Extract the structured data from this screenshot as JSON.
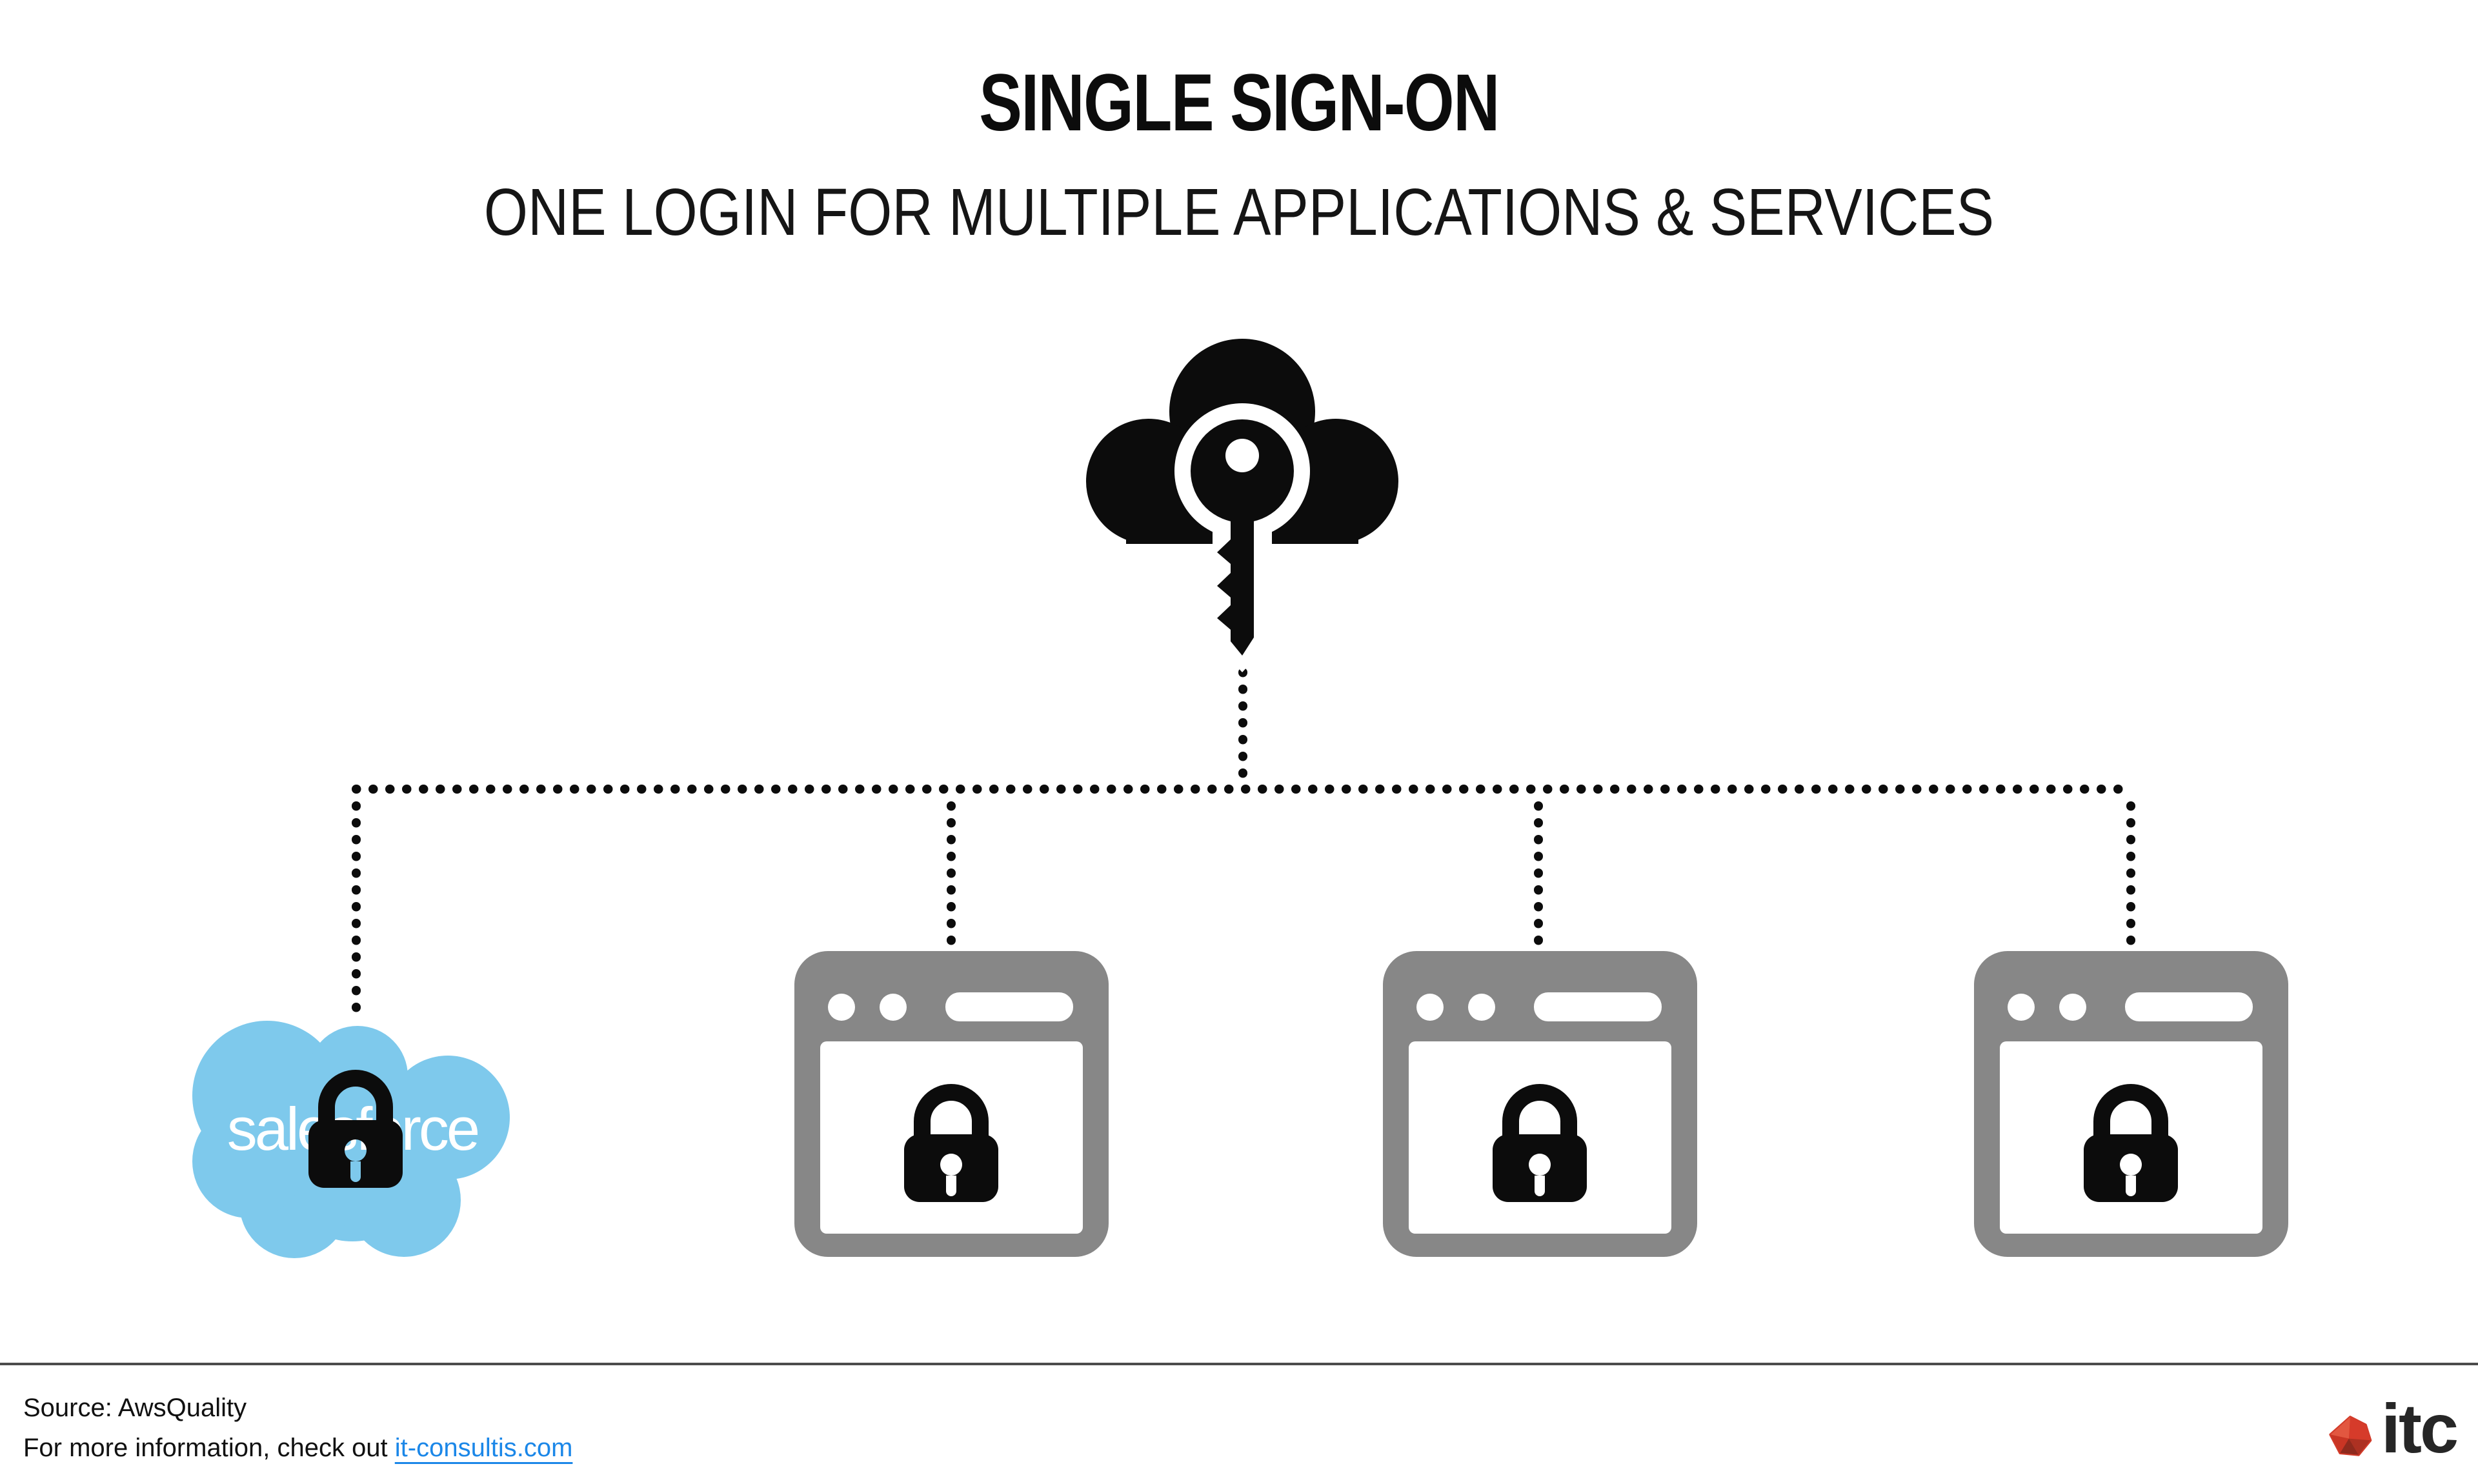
{
  "page": {
    "title": "SINGLE SIGN-ON",
    "subtitle": "ONE LOGIN FOR MULTIPLE APPLICATIONS & SERVICES"
  },
  "diagram": {
    "hub": {
      "icon": "cloud-key-icon"
    },
    "nodes": [
      {
        "id": "salesforce",
        "label": "salesforce",
        "icon": "salesforce-cloud-lock-icon"
      },
      {
        "id": "application-1",
        "icon": "browser-window-lock-icon"
      },
      {
        "id": "application-2",
        "icon": "browser-window-lock-icon"
      },
      {
        "id": "application-3",
        "icon": "browser-window-lock-icon"
      }
    ]
  },
  "footer": {
    "source": "Source: AwsQuality",
    "info_prefix": "For more information, check out ",
    "link_text": "it-consultis.com",
    "brand_text": "itc"
  },
  "colors": {
    "salesforce_blue": "#7EC9EC",
    "window_gray": "#878787",
    "ink_black": "#0C0C0C",
    "link_blue": "#1B87E8",
    "brand_red": "#D23B2A",
    "divider_gray": "#4C4C4C"
  }
}
